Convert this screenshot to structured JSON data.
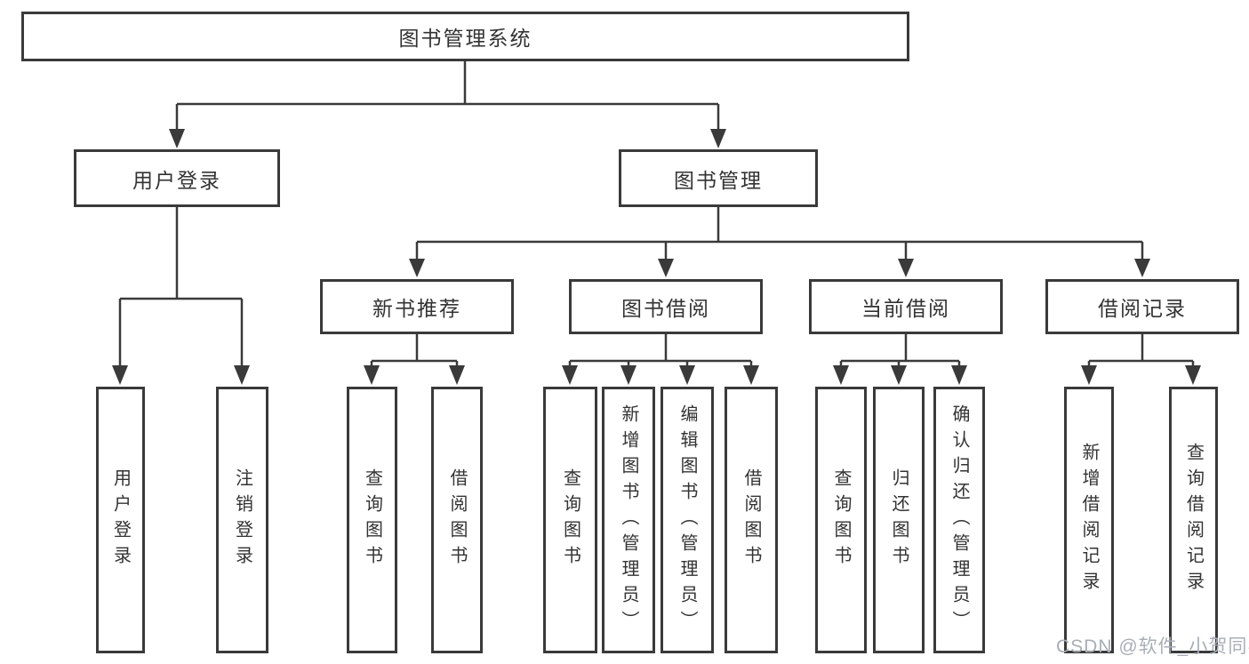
{
  "colors": {
    "line": "#3a3a3a",
    "node_border": "#3a3a3a",
    "node_text": "#333333",
    "background": "#ffffff",
    "watermark": "#a9aeb6"
  },
  "watermark": {
    "label": "CSDN @软件_小贺同学"
  },
  "diagram": {
    "root": {
      "label": "图书管理系统"
    },
    "branches": [
      {
        "label": "用户登录",
        "children": [
          "用户登录",
          "注销登录"
        ]
      },
      {
        "label": "图书管理",
        "groups": [
          {
            "label": "新书推荐",
            "children": [
              "查询图书",
              "借阅图书"
            ]
          },
          {
            "label": "图书借阅",
            "children": [
              "查询图书",
              "新增图书（管理员）",
              "编辑图书（管理员）",
              "借阅图书"
            ]
          },
          {
            "label": "当前借阅",
            "children": [
              "查询图书",
              "归还图书",
              "确认归还（管理员）"
            ]
          },
          {
            "label": "借阅记录",
            "children": [
              "新增借阅记录",
              "查询借阅记录"
            ]
          }
        ]
      }
    ]
  }
}
